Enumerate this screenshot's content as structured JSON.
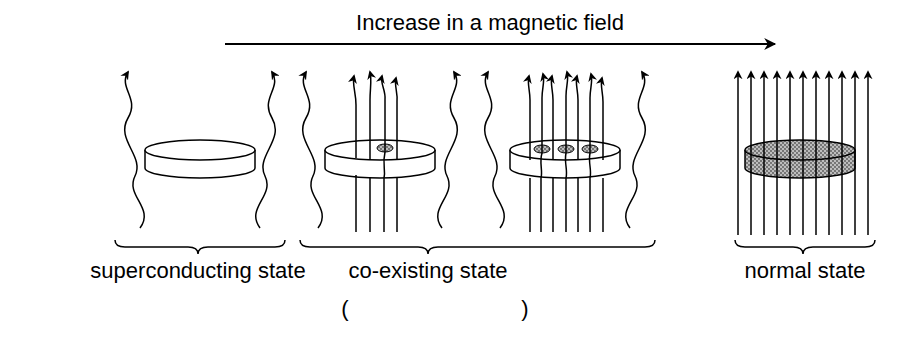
{
  "diagram": {
    "labels": [
      "Increase in a magnetic field",
      "superconducting state",
      "co-existing state",
      "(",
      ")",
      "normal state"
    ]
  }
}
